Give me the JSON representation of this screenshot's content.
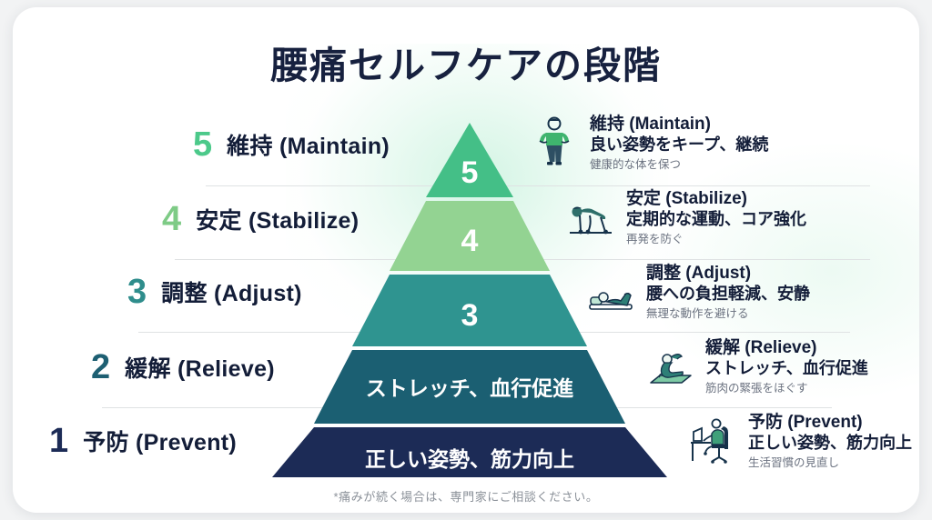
{
  "title": "腰痛セルフケアの段階",
  "footnote": "*痛みが続く場合は、専門家にご相談ください。",
  "colors": {
    "tier5": "#44bf87",
    "tier4": "#93d392",
    "tier3": "#2f9490",
    "tier2": "#1b5f72",
    "tier1": "#1c2b56",
    "title_text": "#17213f",
    "note_text": "#6b7280",
    "divider": "#dfe2e3",
    "card_bg": "#ffffff",
    "page_bg": "#f2f3f4"
  },
  "levels": [
    {
      "number": "5",
      "left_label": "維持 (Maintain)",
      "num_color": "#4cc98a",
      "pyramid_text": "5",
      "right_title": "維持 (Maintain)",
      "right_sub": "良い姿勢をキープ、継続",
      "right_note": "健康的な体を保つ",
      "icon": "standing-person-icon"
    },
    {
      "number": "4",
      "left_label": "安定 (Stabilize)",
      "num_color": "#7ecb86",
      "pyramid_text": "4",
      "right_title": "安定 (Stabilize)",
      "right_sub": "定期的な運動、コア強化",
      "right_note": "再発を防ぐ",
      "icon": "plank-exercise-icon"
    },
    {
      "number": "3",
      "left_label": "調整 (Adjust)",
      "num_color": "#2f8d8c",
      "pyramid_text": "3",
      "right_title": "調整 (Adjust)",
      "right_sub": "腰への負担軽減、安静",
      "right_note": "無理な動作を避ける",
      "icon": "resting-person-icon"
    },
    {
      "number": "2",
      "left_label": "緩解 (Relieve)",
      "num_color": "#1d5f72",
      "pyramid_text": "ストレッチ、血行促進",
      "right_title": "緩解 (Relieve)",
      "right_sub": "ストレッチ、血行促進",
      "right_note": "筋肉の緊張をほぐす",
      "icon": "stretching-person-icon"
    },
    {
      "number": "1",
      "left_label": "予防 (Prevent)",
      "num_color": "#1c2b56",
      "pyramid_text": "正しい姿勢、筋力向上",
      "right_title": "予防 (Prevent)",
      "right_sub": "正しい姿勢、筋力向上",
      "right_note": "生活習慣の見直し",
      "icon": "desk-posture-icon"
    }
  ]
}
